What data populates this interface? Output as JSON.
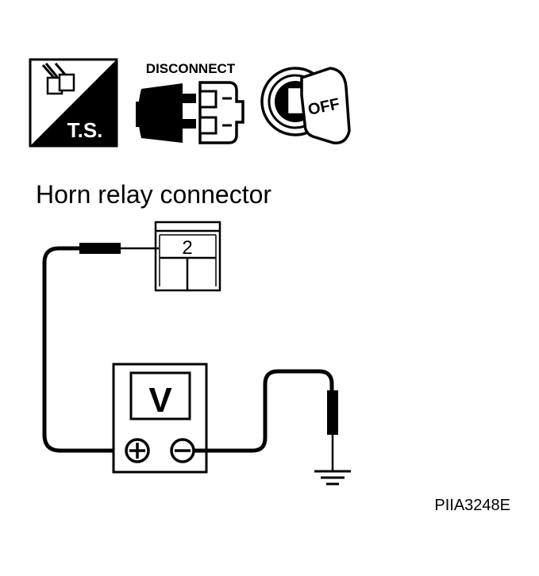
{
  "icons": {
    "ts_label": "T.S.",
    "disconnect_label": "DISCONNECT",
    "ignition_label": "OFF"
  },
  "diagram": {
    "title": "Horn relay connector",
    "terminal_number": "2",
    "meter_symbol": "V",
    "figure_id": "PIIA3248E"
  }
}
